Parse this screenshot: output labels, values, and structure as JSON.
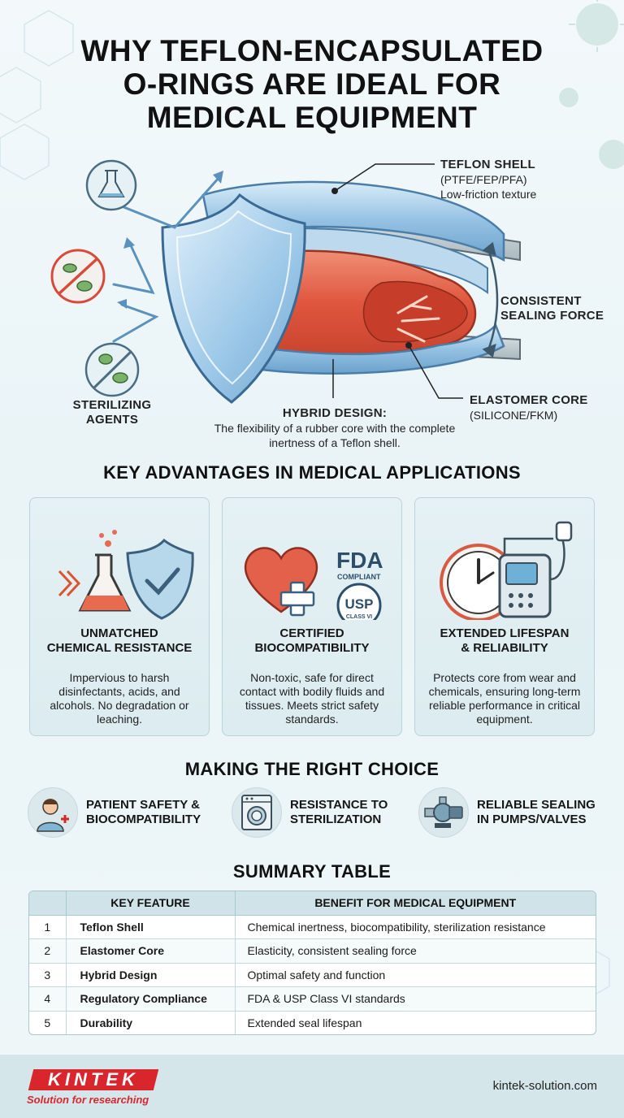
{
  "title": {
    "line1": "WHY TEFLON-ENCAPSULATED",
    "line2": "O-RINGS ARE IDEAL FOR",
    "line3": "MEDICAL EQUIPMENT"
  },
  "diagram": {
    "teflon_shell": {
      "label": "TEFLON SHELL",
      "materials": "(PTFE/FEP/PFA)",
      "note": "Low-friction texture"
    },
    "sealing_force": {
      "line1": "CONSISTENT",
      "line2": "SEALING FORCE"
    },
    "elastomer_core": {
      "label": "ELASTOMER CORE",
      "materials": "(SILICONE/FKM)"
    },
    "hybrid": {
      "label": "HYBRID DESIGN:",
      "line1": "The flexibility of a rubber core with the complete",
      "line2": "inertness of a Teflon shell."
    },
    "sterilizing": {
      "line1": "STERILIZING",
      "line2": "AGENTS"
    }
  },
  "advantages": {
    "heading": "KEY ADVANTAGES IN MEDICAL APPLICATIONS",
    "cards": [
      {
        "title1": "UNMATCHED",
        "title2": "CHEMICAL RESISTANCE",
        "desc": "Impervious to harsh disinfectants, acids, and alcohols. No degradation or leaching."
      },
      {
        "title1": "CERTIFIED",
        "title2": "BIOCOMPATIBILITY",
        "desc": "Non-toxic, safe for direct contact with bodily fluids and tissues. Meets strict safety standards.",
        "badge_fda": "FDA",
        "badge_compliant": "COMPLIANT",
        "badge_usp": "USP",
        "badge_class": "CLASS VI"
      },
      {
        "title1": "EXTENDED LIFESPAN",
        "title2": "& RELIABILITY",
        "desc": "Protects core from wear and chemicals, ensuring long-term reliable performance in critical equipment."
      }
    ]
  },
  "choice": {
    "heading": "MAKING THE RIGHT CHOICE",
    "items": [
      {
        "line1": "PATIENT SAFETY &",
        "line2": "BIOCOMPATIBILITY"
      },
      {
        "line1": "RESISTANCE TO",
        "line2": "STERILIZATION"
      },
      {
        "line1": "RELIABLE SEALING",
        "line2": "IN PUMPS/VALVES"
      }
    ]
  },
  "summary": {
    "heading": "SUMMARY TABLE",
    "columns": [
      "KEY FEATURE",
      "BENEFIT FOR MEDICAL EQUIPMENT"
    ],
    "rows": [
      {
        "num": "1",
        "feature": "Teflon Shell",
        "benefit": "Chemical inertness, biocompatibility, sterilization resistance"
      },
      {
        "num": "2",
        "feature": "Elastomer Core",
        "benefit": "Elasticity, consistent sealing force"
      },
      {
        "num": "3",
        "feature": "Hybrid Design",
        "benefit": "Optimal safety and function"
      },
      {
        "num": "4",
        "feature": "Regulatory Compliance",
        "benefit": "FDA & USP Class VI standards"
      },
      {
        "num": "5",
        "feature": "Durability",
        "benefit": "Extended seal lifespan"
      }
    ]
  },
  "footer": {
    "logo": "KINTEK",
    "tagline": "Solution for researching",
    "website": "kintek-solution.com"
  },
  "colors": {
    "accent_red": "#d9262c",
    "shield_blue": "#7fb3d8",
    "core_red": "#e46a52",
    "teal_bg": "#dcecf0"
  }
}
